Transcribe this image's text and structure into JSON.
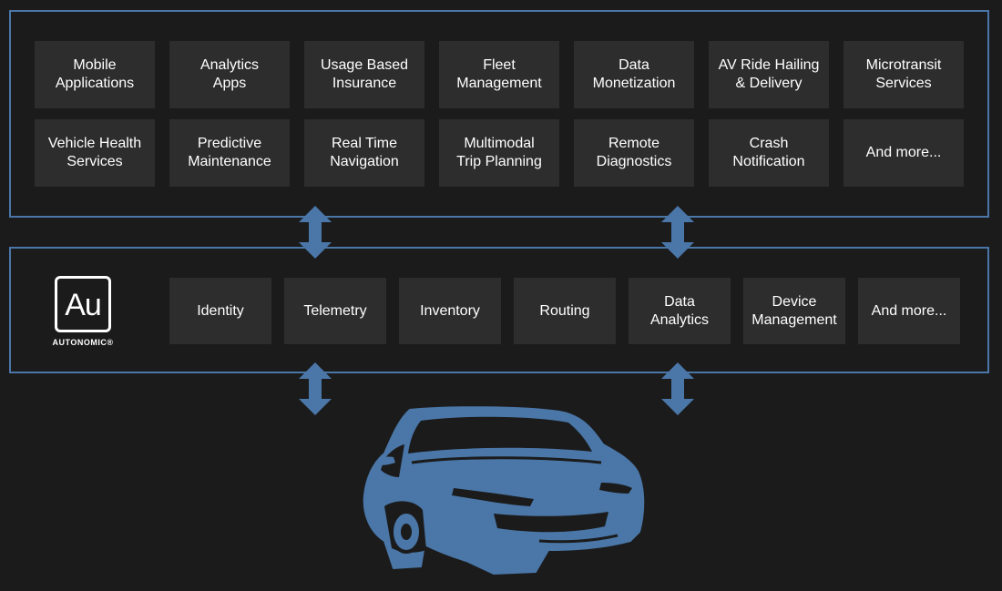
{
  "applications": {
    "tiles": [
      "Mobile\nApplications",
      "Analytics\nApps",
      "Usage Based\nInsurance",
      "Fleet\nManagement",
      "Data\nMonetization",
      "AV Ride Hailing\n& Delivery",
      "Microtransit\nServices",
      "Vehicle Health\nServices",
      "Predictive\nMaintenance",
      "Real Time\nNavigation",
      "Multimodal\nTrip Planning",
      "Remote\nDiagnostics",
      "Crash\nNotification",
      "And more..."
    ]
  },
  "platform": {
    "logo_mark": "Au",
    "logo_word": "AUTONOMIC®",
    "tiles": [
      "Identity",
      "Telemetry",
      "Inventory",
      "Routing",
      "Data\nAnalytics",
      "Device\nManagement",
      "And more..."
    ]
  },
  "colors": {
    "background": "#1b1b1c",
    "tile": "#2d2d2e",
    "accent": "#4a77a8",
    "car": "#4a77a8"
  },
  "icons": {
    "arrow": "double-vertical-arrow-icon",
    "car": "car-icon"
  }
}
